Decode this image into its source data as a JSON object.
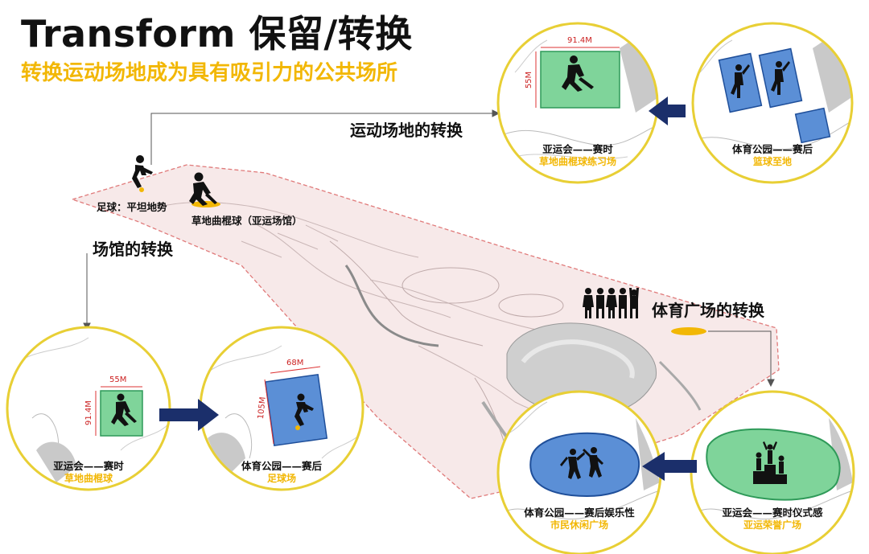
{
  "header": {
    "title": "Transform 保留/转换",
    "subtitle": "转换运动场地成为具有吸引力的公共场所"
  },
  "sections": {
    "sports_field": "运动场地的转换",
    "venue": "场馆的转换",
    "plaza": "体育广场的转换"
  },
  "site_labels": {
    "football": "足球：平坦地势",
    "hockey": "草地曲棍球（亚运场馆）"
  },
  "circles": {
    "top_left": {
      "caption": "亚运会——赛时",
      "sub": "草地曲棍球练习场",
      "dim_w": "91.4M",
      "dim_h": "55M"
    },
    "top_right": {
      "caption": "体育公园——赛后",
      "sub": "篮球至地"
    },
    "bottom_1": {
      "caption": "亚运会——赛时",
      "sub": "草地曲棍球",
      "dim_w": "55M",
      "dim_h": "91.4M"
    },
    "bottom_2": {
      "caption": "体育公园——赛后",
      "sub": "足球场",
      "dim_w": "68M",
      "dim_h": "105M"
    },
    "bottom_3": {
      "caption": "体育公园——赛后娱乐性",
      "sub": "市民休闲广场"
    },
    "bottom_4": {
      "caption": "亚运会——赛时仪式感",
      "sub": "亚运荣誉广场"
    }
  },
  "colors": {
    "accent_yellow": "#f2b705",
    "circle_ring": "#e8cf35",
    "field_green": "#7fd49a",
    "court_blue": "#5b8fd6",
    "arrow_navy": "#1b2f6b",
    "site_outline": "#e07a7a"
  }
}
